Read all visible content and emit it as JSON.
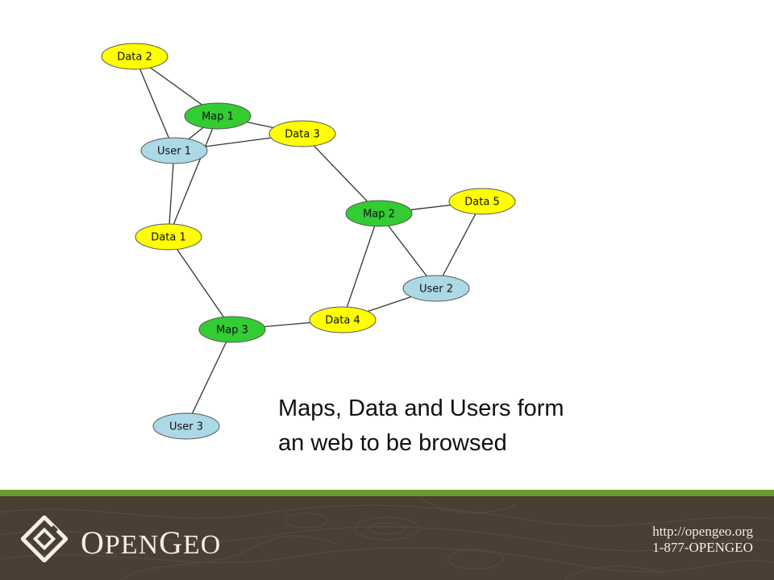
{
  "diagram": {
    "nodes": [
      {
        "id": "data2",
        "label": "Data 2",
        "kind": "data"
      },
      {
        "id": "map1",
        "label": "Map 1",
        "kind": "map"
      },
      {
        "id": "data3",
        "label": "Data 3",
        "kind": "data"
      },
      {
        "id": "user1",
        "label": "User 1",
        "kind": "user"
      },
      {
        "id": "data1",
        "label": "Data 1",
        "kind": "data"
      },
      {
        "id": "map2",
        "label": "Map 2",
        "kind": "map"
      },
      {
        "id": "data5",
        "label": "Data 5",
        "kind": "data"
      },
      {
        "id": "user2",
        "label": "User 2",
        "kind": "user"
      },
      {
        "id": "data4",
        "label": "Data 4",
        "kind": "data"
      },
      {
        "id": "map3",
        "label": "Map 3",
        "kind": "map"
      },
      {
        "id": "user3",
        "label": "User 3",
        "kind": "user"
      }
    ],
    "edges": [
      [
        "data2",
        "map1"
      ],
      [
        "data2",
        "user1"
      ],
      [
        "map1",
        "data3"
      ],
      [
        "map1",
        "user1"
      ],
      [
        "map1",
        "data1"
      ],
      [
        "user1",
        "data3"
      ],
      [
        "user1",
        "data1"
      ],
      [
        "data3",
        "map2"
      ],
      [
        "map2",
        "data5"
      ],
      [
        "map2",
        "user2"
      ],
      [
        "map2",
        "data4"
      ],
      [
        "data5",
        "user2"
      ],
      [
        "user2",
        "data4"
      ],
      [
        "data4",
        "map3"
      ],
      [
        "data1",
        "map3"
      ],
      [
        "map3",
        "user3"
      ]
    ],
    "colors": {
      "data": "#ffff00",
      "map": "#33cc33",
      "user": "#add8e6"
    }
  },
  "caption": {
    "line1": "Maps, Data and Users form",
    "line2": "an web to be browsed"
  },
  "footer": {
    "brand_first": "O",
    "brand_rest1": "PEN",
    "brand_g": "G",
    "brand_rest2": "EO",
    "url": "http://opengeo.org",
    "phone": "1-877-OPENGEO",
    "logo_icon": "opengeo-diamond-logo-icon",
    "stripe_color": "#6a9a2e",
    "background_color": "#4a3e35"
  }
}
